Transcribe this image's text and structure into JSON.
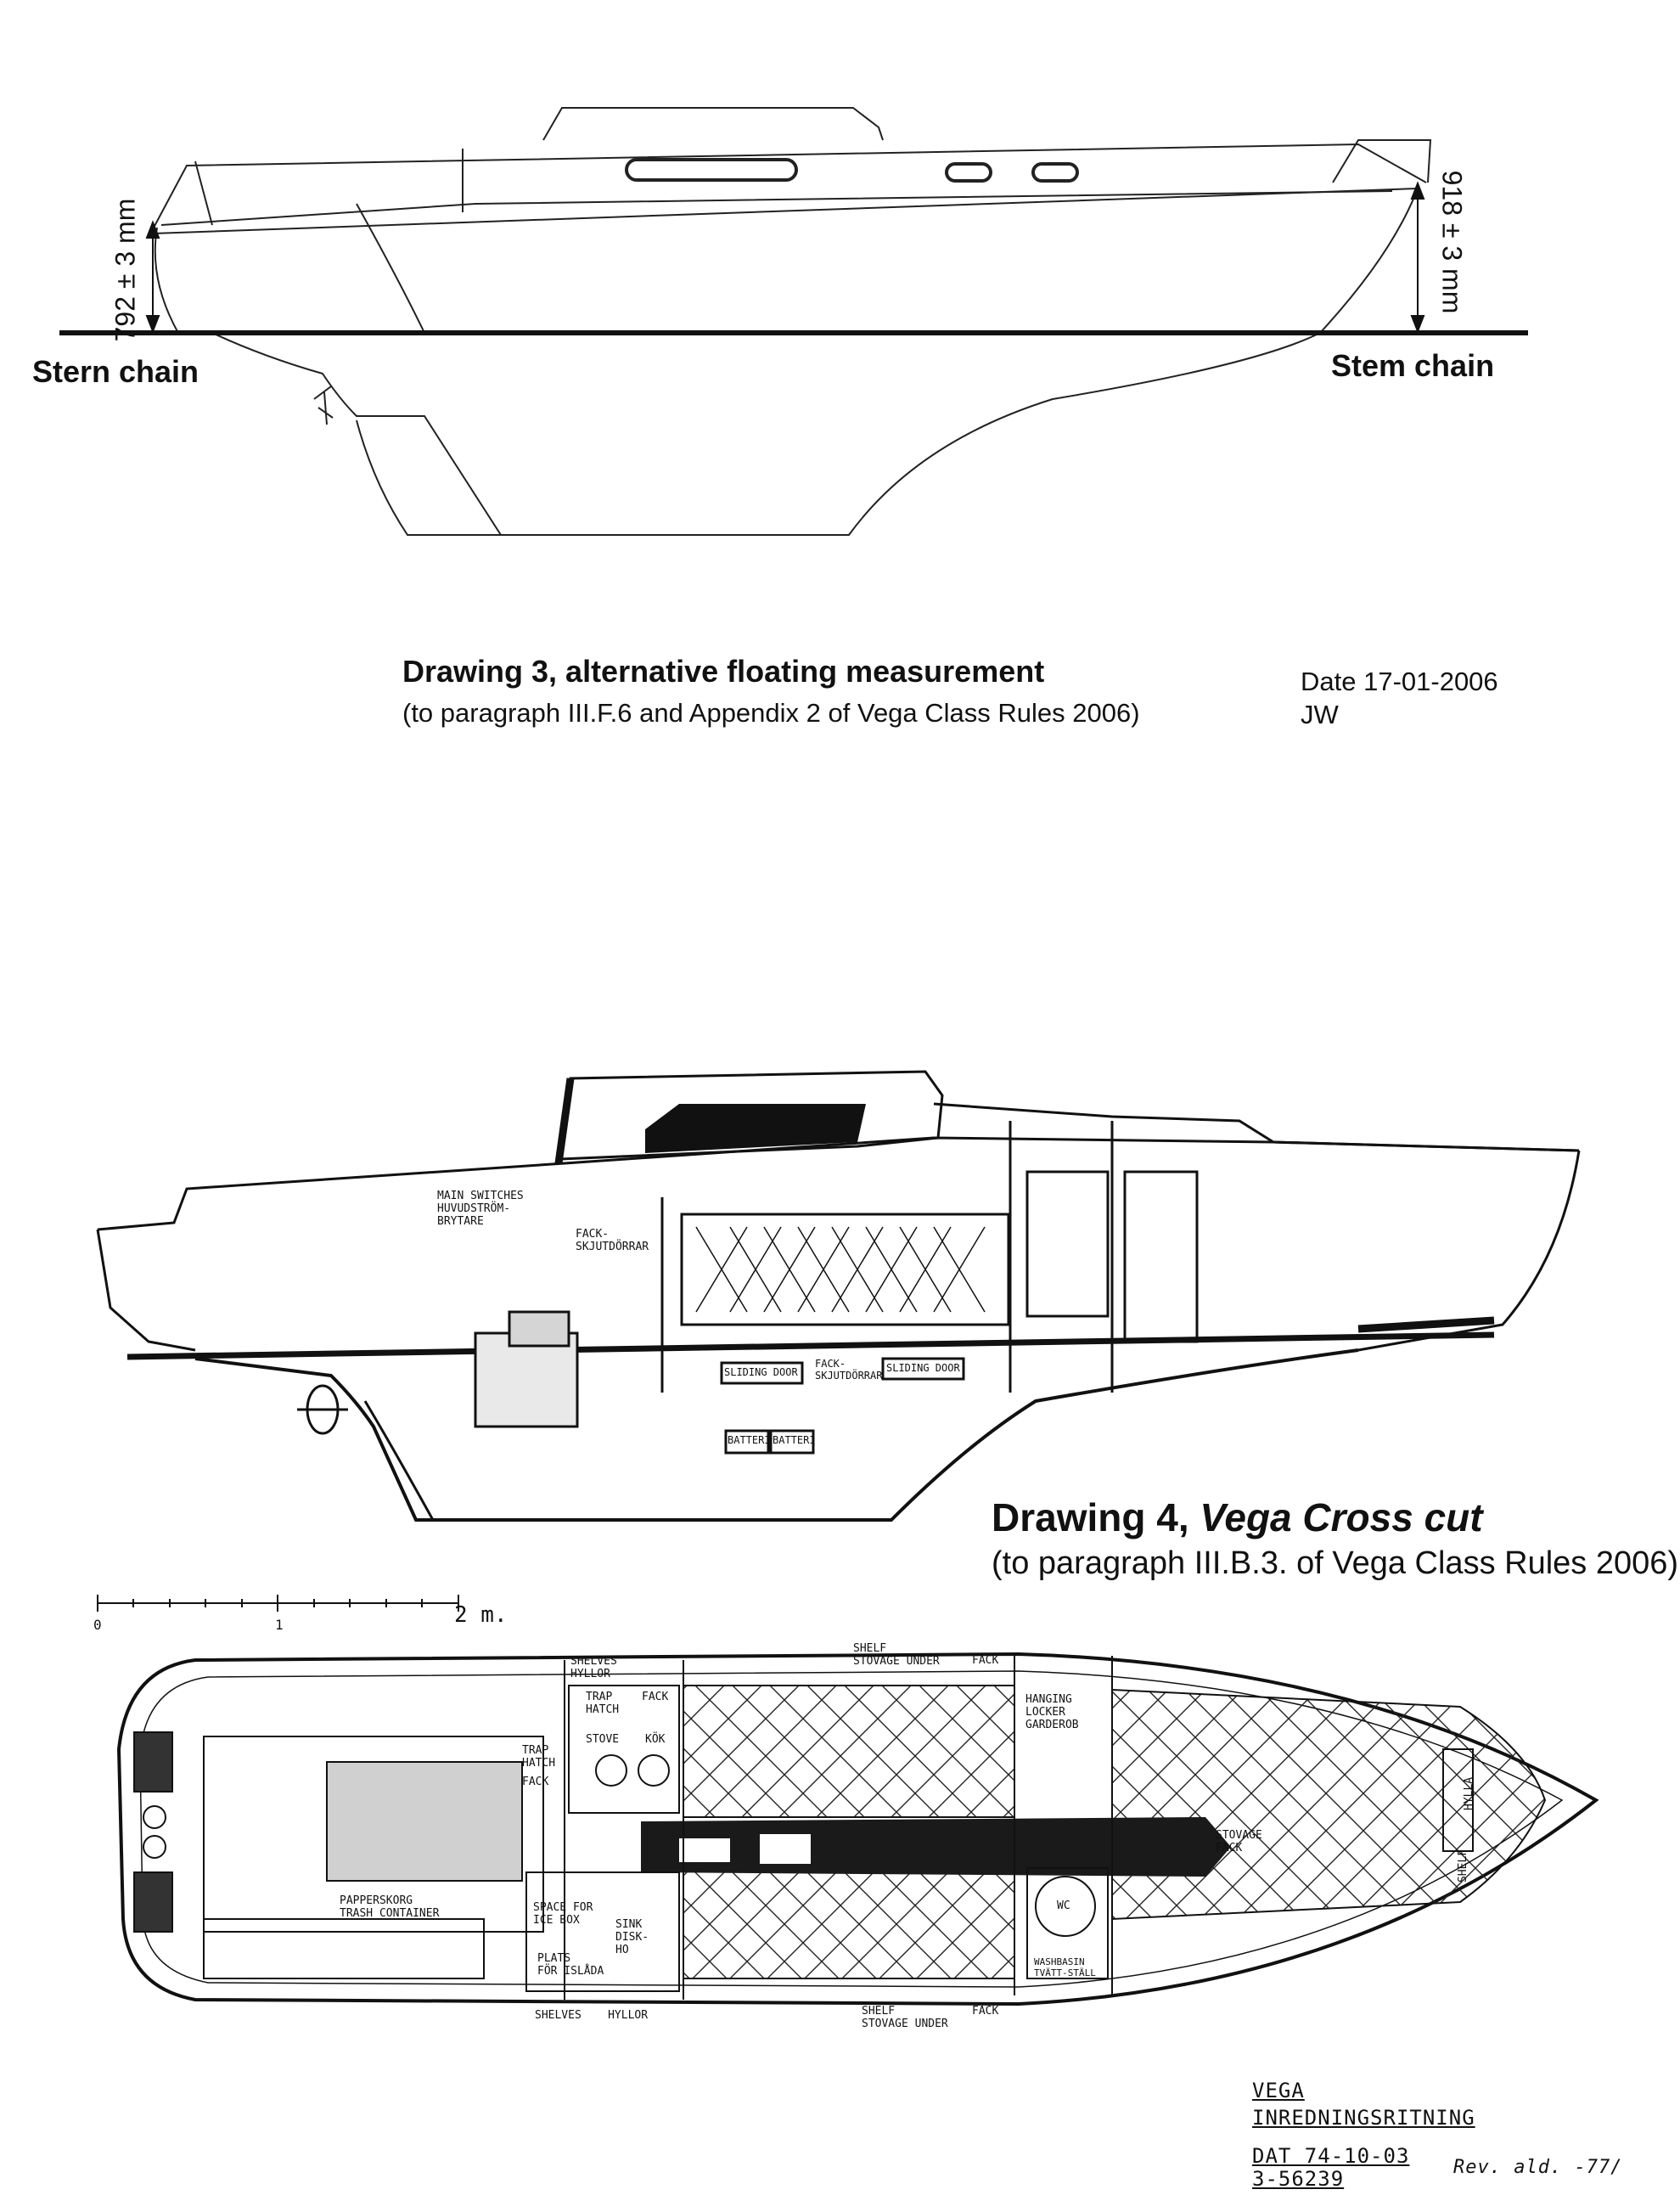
{
  "drawing3": {
    "stern_dim": "792 ± 3 mm",
    "stem_dim": "918 ± 3 mm",
    "stern_label": "Stern chain",
    "stem_label": "Stem chain",
    "title": "Drawing 3, alternative floating measurement",
    "subtitle": "(to paragraph III.F.6 and Appendix 2 of Vega Class Rules 2006)",
    "date": "Date 17-01-2006",
    "author": "JW"
  },
  "drawing4": {
    "title_prefix": "Drawing 4, ",
    "title_italic": "Vega Cross cut",
    "subtitle": "(to paragraph III.B.3. of Vega Class Rules 2006)",
    "cross_labels": {
      "main_switches": "MAIN SWITCHES\nHUVUDSTRÖM-\nBRYTARE",
      "fack_top": "FACK-\nSKJUTDÖRRAR",
      "sliding_door_1": "SLIDING DOOR",
      "fack_mid": "FACK-\nSKJUTDÖRRAR",
      "sliding_door_2": "SLIDING DOOR",
      "battery_1": "BATTERI",
      "battery_2": "BATTERI"
    },
    "scale": {
      "zero": "0",
      "one": "1",
      "two": "2 m."
    },
    "plan_labels": {
      "shelves_hyllor_top": "SHELVES\nHYLLOR",
      "shelf_stovage_top": "SHELF\nSTOVAGE UNDER",
      "fack_top": "FACK",
      "trap_hatch_top": "TRAP\nHATCH",
      "fack_trap": "FACK",
      "stove": "STOVE",
      "kok": "KÖK",
      "trap_hatch_left": "TRAP\nHATCH",
      "fack_left": "FACK",
      "hanging_locker": "HANGING\nLOCKER\nGARDEROB",
      "stovage_fack": "STOVAGE\nFACK",
      "hylla": "HYLLA",
      "shelf": "SHELF",
      "papperskorg": "PAPPERSKORG\nTRASH CONTAINER",
      "space_ice": "SPACE FOR\nICE BOX",
      "plats_islada": "PLATS\nFÖR ISLÅDA",
      "sink": "SINK\nDISK-\nHO",
      "wc": "WC",
      "washbasin": "WASHBASIN\nTVÄTT-STÄLL",
      "shelves_hyllor_bottom": "SHELVES    HYLLOR",
      "shelf_stovage_bottom": "SHELF\nSTOVAGE UNDER",
      "fack_bottom": "FACK"
    }
  },
  "stamp": {
    "line1": "VEGA",
    "line2": "INREDNINGSRITNING",
    "line3": "DAT  74-10-03",
    "line4": "3-56239",
    "rev": "Rev. ald. -77/"
  }
}
